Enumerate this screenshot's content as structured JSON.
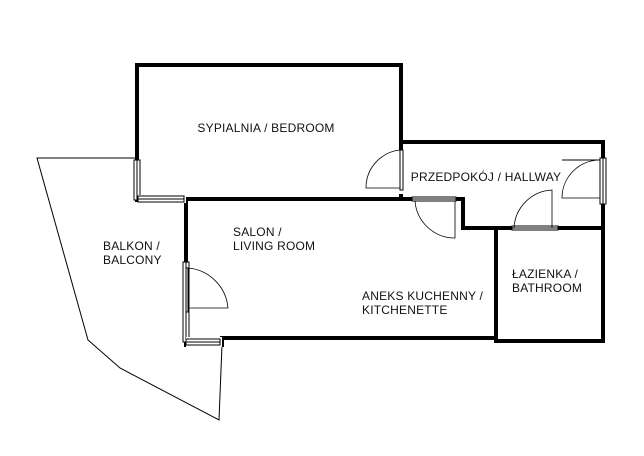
{
  "floor_plan": {
    "rooms": [
      {
        "id": "bedroom",
        "lines": [
          "SYPIALNIA / BEDROOM"
        ]
      },
      {
        "id": "hallway",
        "lines": [
          "PRZEDPOKÓJ / HALLWAY"
        ]
      },
      {
        "id": "living",
        "lines": [
          "SALON /",
          "LIVING ROOM"
        ]
      },
      {
        "id": "balcony",
        "lines": [
          "BALKON /",
          "BALCONY"
        ]
      },
      {
        "id": "kitchenette",
        "lines": [
          "ANEKS KUCHENNY /",
          "KITCHENETTE"
        ]
      },
      {
        "id": "bathroom",
        "lines": [
          "ŁAZIENKA /",
          "BATHROOM"
        ]
      }
    ],
    "colors": {
      "wall": "#000000",
      "background": "#ffffff",
      "text": "#111111"
    }
  }
}
